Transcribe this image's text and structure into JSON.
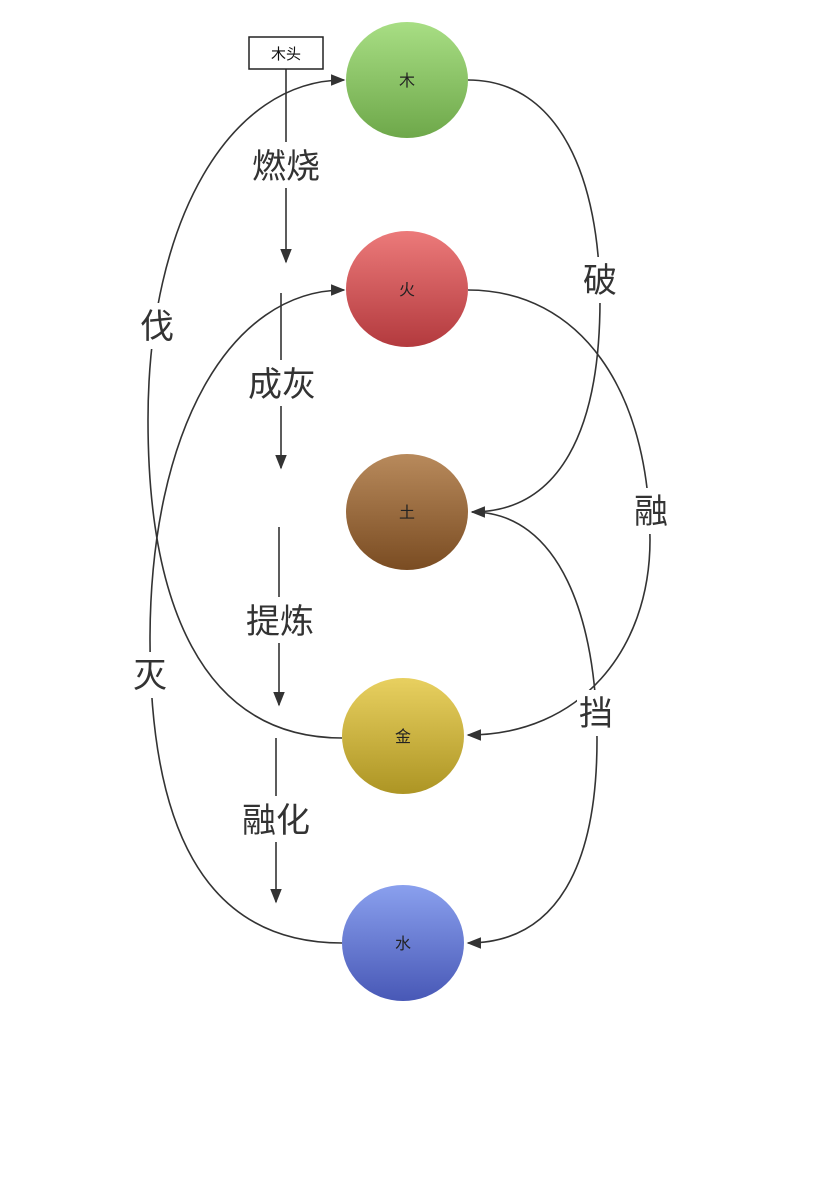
{
  "source_box": {
    "label": "木头"
  },
  "nodes": {
    "wood": {
      "label": "木",
      "color_top": "#a8de84",
      "color_bottom": "#6ea84a"
    },
    "fire": {
      "label": "火",
      "color_top": "#ec7a7a",
      "color_bottom": "#b33a3e"
    },
    "earth": {
      "label": "土",
      "color_top": "#b88a5c",
      "color_bottom": "#7a4c22"
    },
    "metal": {
      "label": "金",
      "color_top": "#e8d060",
      "color_bottom": "#ad9524"
    },
    "water": {
      "label": "水",
      "color_top": "#8aa0ee",
      "color_bottom": "#4858b6"
    }
  },
  "process_labels": {
    "burn": "燃烧",
    "ash": "成灰",
    "refine": "提炼",
    "melt": "融化"
  },
  "cycle_labels": {
    "break": "破",
    "fuse": "融",
    "block": "挡",
    "chop": "伐",
    "extinguish": "灭"
  }
}
